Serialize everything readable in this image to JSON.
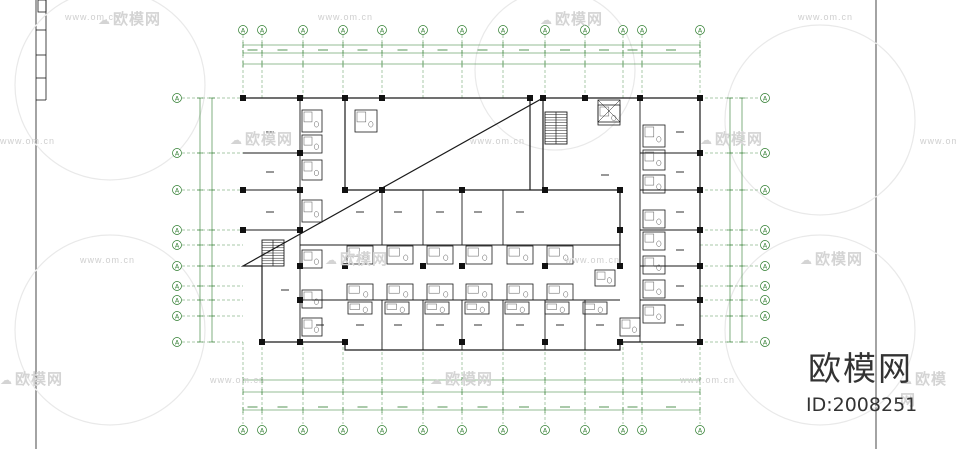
{
  "drawing": {
    "line_color": "#1a1a1a",
    "dimension_color": "#2a7a2a",
    "grid_bubble_color": "#2a7a2a",
    "column_color": "#111111",
    "hatch_color": "#5a5a5a",
    "background": "#ffffff"
  },
  "grid_bubble_label": "A",
  "watermark": {
    "url_text": "www.om.cn",
    "logo_text": "欧模网",
    "color": "#d0d0d0"
  },
  "brand": {
    "name": "欧模网",
    "id_text": "ID:2008251"
  }
}
